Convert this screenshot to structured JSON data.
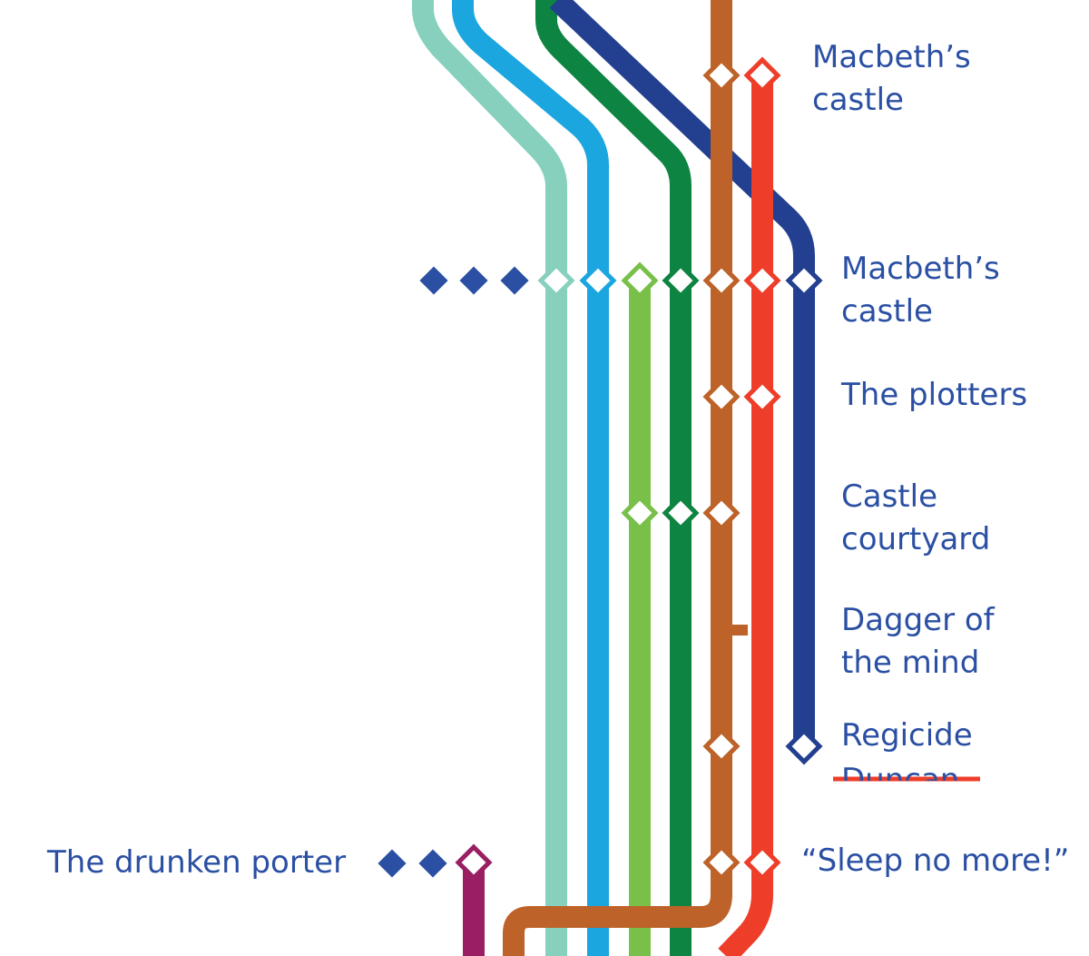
{
  "colors": {
    "label_text": "#2a4fa3",
    "strike": "#ee3e2a",
    "mint": "#86d0bd",
    "cyan": "#1ba6e0",
    "lime": "#78c04a",
    "green": "#0e8442",
    "navy": "#233f8f",
    "brown": "#bd6229",
    "red": "#ee3e2a",
    "plum": "#9a1f62",
    "dot_blue": "#2a4fa3"
  },
  "stations": {
    "macbeths_castle_top": [
      "Macbeth’s",
      "castle"
    ],
    "macbeths_castle": [
      "Macbeth’s",
      "castle"
    ],
    "the_plotters": "The plotters",
    "castle_courtyard": [
      "Castle",
      "courtyard"
    ],
    "dagger_of_the_mind": [
      "Dagger of",
      "the mind"
    ],
    "regicide": "Regicide",
    "duncan_struck": "Duncan",
    "sleep_no_more": "“Sleep no more!”",
    "drunken_porter": "The drunken porter"
  }
}
